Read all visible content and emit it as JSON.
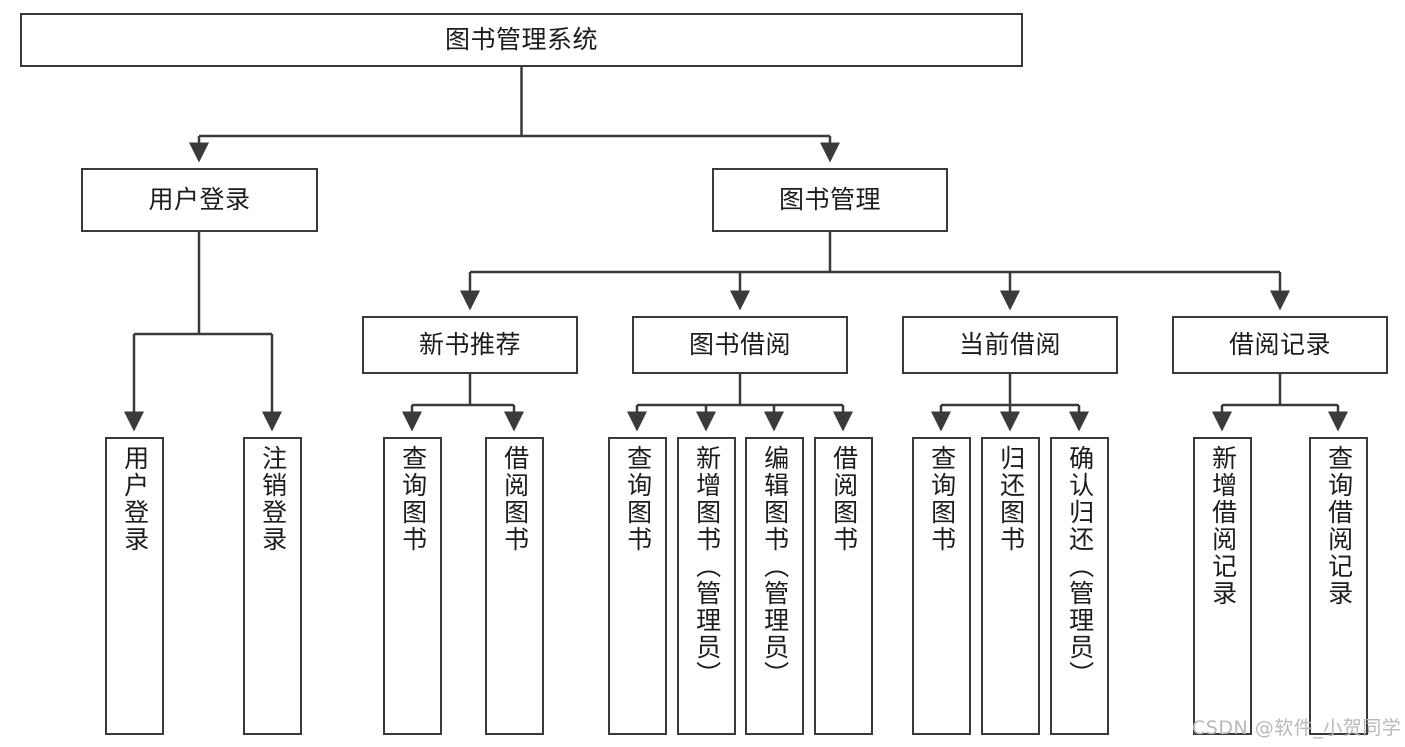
{
  "diagram": {
    "title": "图书管理系统",
    "watermark": "CSDN @软件_小贺同学",
    "colors": {
      "stroke": "#3a3a3a",
      "fill": "#ffffff",
      "text": "#1c1c1c",
      "watermark": "#b9b9b9"
    },
    "nodes": {
      "root": {
        "label": "图书管理系统"
      },
      "level2": [
        {
          "id": "user-login",
          "label": "用户登录"
        },
        {
          "id": "book-manage",
          "label": "图书管理"
        }
      ],
      "level3": [
        {
          "id": "new-book-rec",
          "label": "新书推荐"
        },
        {
          "id": "book-borrow",
          "label": "图书借阅"
        },
        {
          "id": "current-borrow",
          "label": "当前借阅"
        },
        {
          "id": "borrow-record",
          "label": "借阅记录"
        }
      ],
      "leaves": {
        "user_login": [
          {
            "id": "leaf-user-login",
            "label": "用户登录"
          },
          {
            "id": "leaf-logout-login",
            "label": "注销登录"
          }
        ],
        "new_book_rec": [
          {
            "id": "leaf-query-book-1",
            "label": "查询图书"
          },
          {
            "id": "leaf-borrow-book-1",
            "label": "借阅图书"
          }
        ],
        "book_borrow": [
          {
            "id": "leaf-query-book-2",
            "label": "查询图书"
          },
          {
            "id": "leaf-add-book",
            "label": "新增图书（管理员）"
          },
          {
            "id": "leaf-edit-book",
            "label": "编辑图书（管理员）"
          },
          {
            "id": "leaf-borrow-book-2",
            "label": "借阅图书"
          }
        ],
        "current_borrow": [
          {
            "id": "leaf-query-book-3",
            "label": "查询图书"
          },
          {
            "id": "leaf-return-book",
            "label": "归还图书"
          },
          {
            "id": "leaf-confirm-return",
            "label": "确认归还（管理员）"
          }
        ],
        "borrow_record": [
          {
            "id": "leaf-add-record",
            "label": "新增借阅记录"
          },
          {
            "id": "leaf-query-record",
            "label": "查询借阅记录"
          }
        ]
      }
    }
  }
}
